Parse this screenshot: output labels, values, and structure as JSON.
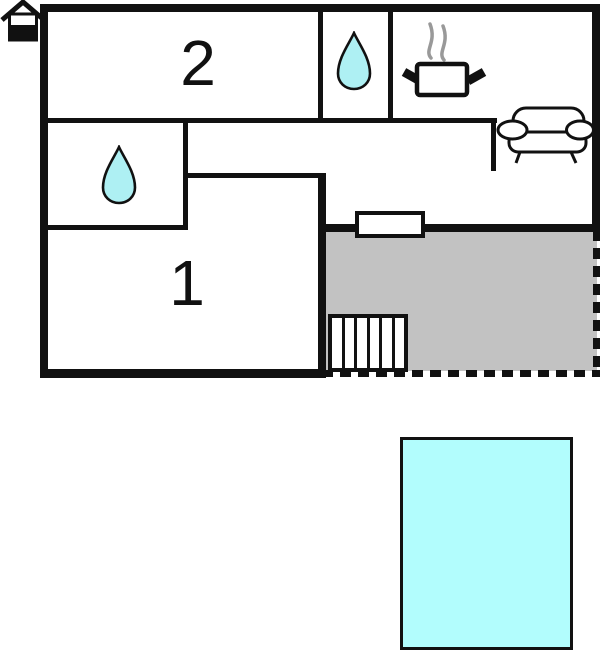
{
  "plan": {
    "type": "floor-plan",
    "rooms": [
      {
        "id": "room-2",
        "label": "2",
        "feature": "water-drop"
      },
      {
        "id": "room-1",
        "label": "1"
      }
    ],
    "icons": {
      "entrance": "house-icon",
      "bathroom_1": "water-drop-icon",
      "bathroom_2": "water-drop-icon",
      "kitchen": "cooking-pot-with-steam-icon",
      "living_room": "sofa-icon",
      "stairs": "stairs-icon",
      "window": "window-marker",
      "terrace": "terrace-dashed-area",
      "pool": "swimming-pool"
    },
    "stairs": {
      "steps": 6
    },
    "colors": {
      "wall": "#111111",
      "water_drop_fill": "#aef0f3",
      "pool_fill": "#b2fdfd",
      "terrace_fill": "#c2c2c2",
      "steam": "#999999",
      "background": "#ffffff"
    }
  }
}
